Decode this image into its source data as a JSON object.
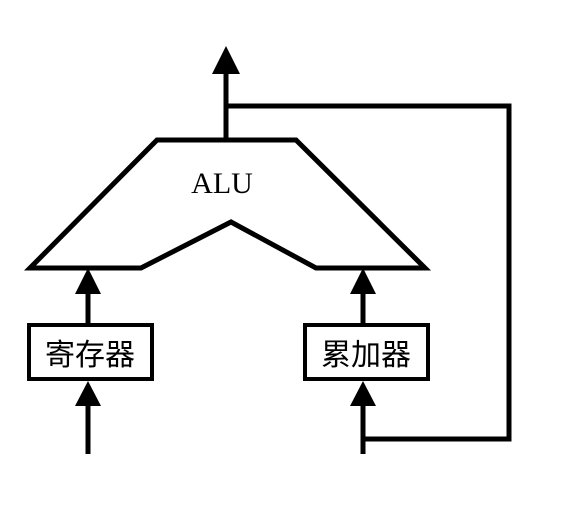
{
  "diagram": {
    "alu": {
      "label": "ALU"
    },
    "register": {
      "label": "寄存器"
    },
    "accumulator": {
      "label": "累加器"
    }
  },
  "colors": {
    "stroke": "#000000",
    "background": "#ffffff"
  }
}
